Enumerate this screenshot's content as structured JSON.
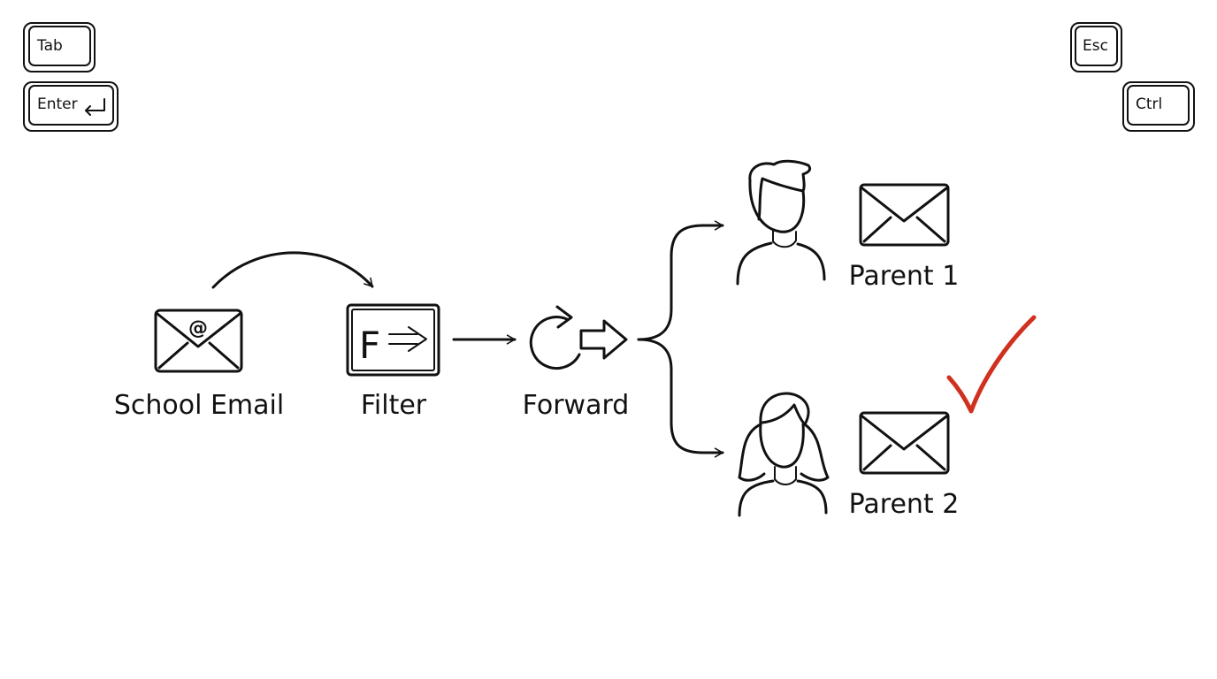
{
  "keys": {
    "tab": "Tab",
    "enter": "Enter",
    "esc": "Esc",
    "ctrl": "Ctrl"
  },
  "nodes": {
    "school_email": "School Email",
    "filter": "Filter",
    "forward": "Forward",
    "parent_1": "Parent 1",
    "parent_2": "Parent 2"
  },
  "icon_glyphs": {
    "at_sign": "@",
    "filter_letter": "F"
  },
  "icons": [
    "envelope-icon",
    "filter-icon",
    "forward-icon",
    "person-icon",
    "check-icon"
  ],
  "colors": {
    "ink": "#111111",
    "check": "#d0311f"
  }
}
